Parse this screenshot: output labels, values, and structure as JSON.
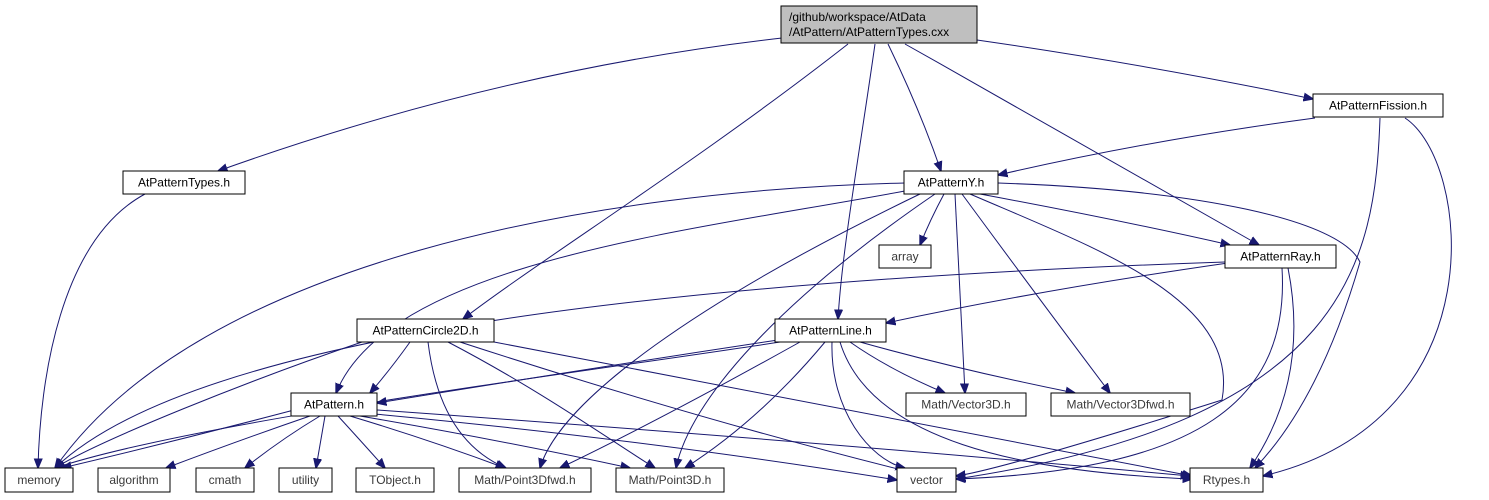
{
  "diagram": {
    "title": "",
    "colors": {
      "edge": "#191970",
      "root_fill": "#bfbfbf",
      "node_fill": "#ffffff",
      "node_border": "#000000",
      "external_border": "#bfbfbf"
    },
    "nodes": [
      {
        "id": "root",
        "lines": [
          "/github/workspace/AtData",
          "/AtPattern/AtPatternTypes.cxx"
        ],
        "kind": "root"
      },
      {
        "id": "types",
        "lines": [
          "AtPatternTypes.h"
        ],
        "kind": "internal"
      },
      {
        "id": "fission",
        "lines": [
          "AtPatternFission.h"
        ],
        "kind": "internal"
      },
      {
        "id": "y",
        "lines": [
          "AtPatternY.h"
        ],
        "kind": "internal"
      },
      {
        "id": "ray",
        "lines": [
          "AtPatternRay.h"
        ],
        "kind": "internal"
      },
      {
        "id": "array",
        "lines": [
          "array"
        ],
        "kind": "external"
      },
      {
        "id": "circle",
        "lines": [
          "AtPatternCircle2D.h"
        ],
        "kind": "internal"
      },
      {
        "id": "line",
        "lines": [
          "AtPatternLine.h"
        ],
        "kind": "internal"
      },
      {
        "id": "pattern",
        "lines": [
          "AtPattern.h"
        ],
        "kind": "internal"
      },
      {
        "id": "vec3d",
        "lines": [
          "Math/Vector3D.h"
        ],
        "kind": "external"
      },
      {
        "id": "vec3dfwd",
        "lines": [
          "Math/Vector3Dfwd.h"
        ],
        "kind": "external"
      },
      {
        "id": "memory",
        "lines": [
          "memory"
        ],
        "kind": "external"
      },
      {
        "id": "algorithm",
        "lines": [
          "algorithm"
        ],
        "kind": "external"
      },
      {
        "id": "cmath",
        "lines": [
          "cmath"
        ],
        "kind": "external"
      },
      {
        "id": "utility",
        "lines": [
          "utility"
        ],
        "kind": "external"
      },
      {
        "id": "tobject",
        "lines": [
          "TObject.h"
        ],
        "kind": "external"
      },
      {
        "id": "p3dfwd",
        "lines": [
          "Math/Point3Dfwd.h"
        ],
        "kind": "external"
      },
      {
        "id": "p3d",
        "lines": [
          "Math/Point3D.h"
        ],
        "kind": "external"
      },
      {
        "id": "vector",
        "lines": [
          "vector"
        ],
        "kind": "external"
      },
      {
        "id": "rtypes",
        "lines": [
          "Rtypes.h"
        ],
        "kind": "external"
      }
    ],
    "edges": [
      [
        "root",
        "types"
      ],
      [
        "root",
        "circle"
      ],
      [
        "root",
        "line"
      ],
      [
        "root",
        "y"
      ],
      [
        "root",
        "ray"
      ],
      [
        "root",
        "fission"
      ],
      [
        "types",
        "memory"
      ],
      [
        "fission",
        "y"
      ],
      [
        "fission",
        "vector"
      ],
      [
        "fission",
        "rtypes"
      ],
      [
        "y",
        "array"
      ],
      [
        "y",
        "memory"
      ],
      [
        "y",
        "pattern"
      ],
      [
        "y",
        "ray"
      ],
      [
        "y",
        "vec3d"
      ],
      [
        "y",
        "vec3dfwd"
      ],
      [
        "y",
        "p3dfwd"
      ],
      [
        "y",
        "p3d"
      ],
      [
        "y",
        "vector"
      ],
      [
        "y",
        "rtypes"
      ],
      [
        "ray",
        "line"
      ],
      [
        "ray",
        "memory"
      ],
      [
        "ray",
        "vector"
      ],
      [
        "ray",
        "rtypes"
      ],
      [
        "circle",
        "pattern"
      ],
      [
        "circle",
        "memory"
      ],
      [
        "circle",
        "p3dfwd"
      ],
      [
        "circle",
        "p3d"
      ],
      [
        "circle",
        "vector"
      ],
      [
        "circle",
        "rtypes"
      ],
      [
        "line",
        "pattern"
      ],
      [
        "line",
        "memory"
      ],
      [
        "line",
        "vec3d"
      ],
      [
        "line",
        "vec3dfwd"
      ],
      [
        "line",
        "p3dfwd"
      ],
      [
        "line",
        "p3d"
      ],
      [
        "line",
        "vector"
      ],
      [
        "line",
        "rtypes"
      ],
      [
        "pattern",
        "memory"
      ],
      [
        "pattern",
        "algorithm"
      ],
      [
        "pattern",
        "cmath"
      ],
      [
        "pattern",
        "utility"
      ],
      [
        "pattern",
        "tobject"
      ],
      [
        "pattern",
        "p3dfwd"
      ],
      [
        "pattern",
        "p3d"
      ],
      [
        "pattern",
        "vector"
      ],
      [
        "pattern",
        "rtypes"
      ]
    ]
  }
}
